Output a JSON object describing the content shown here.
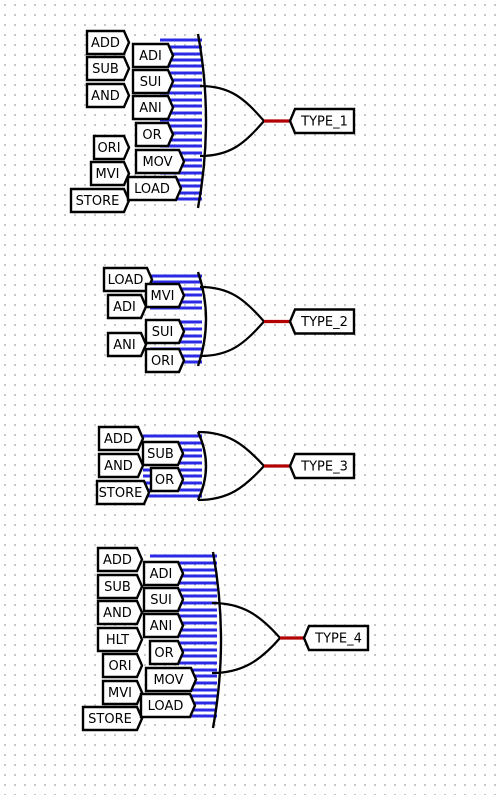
{
  "colors": {
    "input_wire": "#2a2ae6",
    "output_wire": "#b30000",
    "gate": "#000000"
  },
  "circuits": [
    {
      "output": "TYPE_1",
      "left_tunnels": [
        "ADD",
        "SUB",
        "AND",
        "ORI",
        "MVI",
        "STORE"
      ],
      "right_tunnels": [
        "ADI",
        "SUI",
        "ANI",
        "OR",
        "MOV",
        "LOAD"
      ]
    },
    {
      "output": "TYPE_2",
      "left_tunnels": [
        "LOAD",
        "ADI",
        "ANI"
      ],
      "right_tunnels": [
        "MVI",
        "SUI",
        "ORI"
      ]
    },
    {
      "output": "TYPE_3",
      "left_tunnels": [
        "ADD",
        "AND",
        "STORE"
      ],
      "right_tunnels": [
        "SUB",
        "OR"
      ]
    },
    {
      "output": "TYPE_4",
      "left_tunnels": [
        "ADD",
        "SUB",
        "AND",
        "HLT",
        "ORI",
        "MVI",
        "STORE"
      ],
      "right_tunnels": [
        "ADI",
        "SUI",
        "ANI",
        "OR",
        "MOV",
        "LOAD"
      ]
    }
  ]
}
